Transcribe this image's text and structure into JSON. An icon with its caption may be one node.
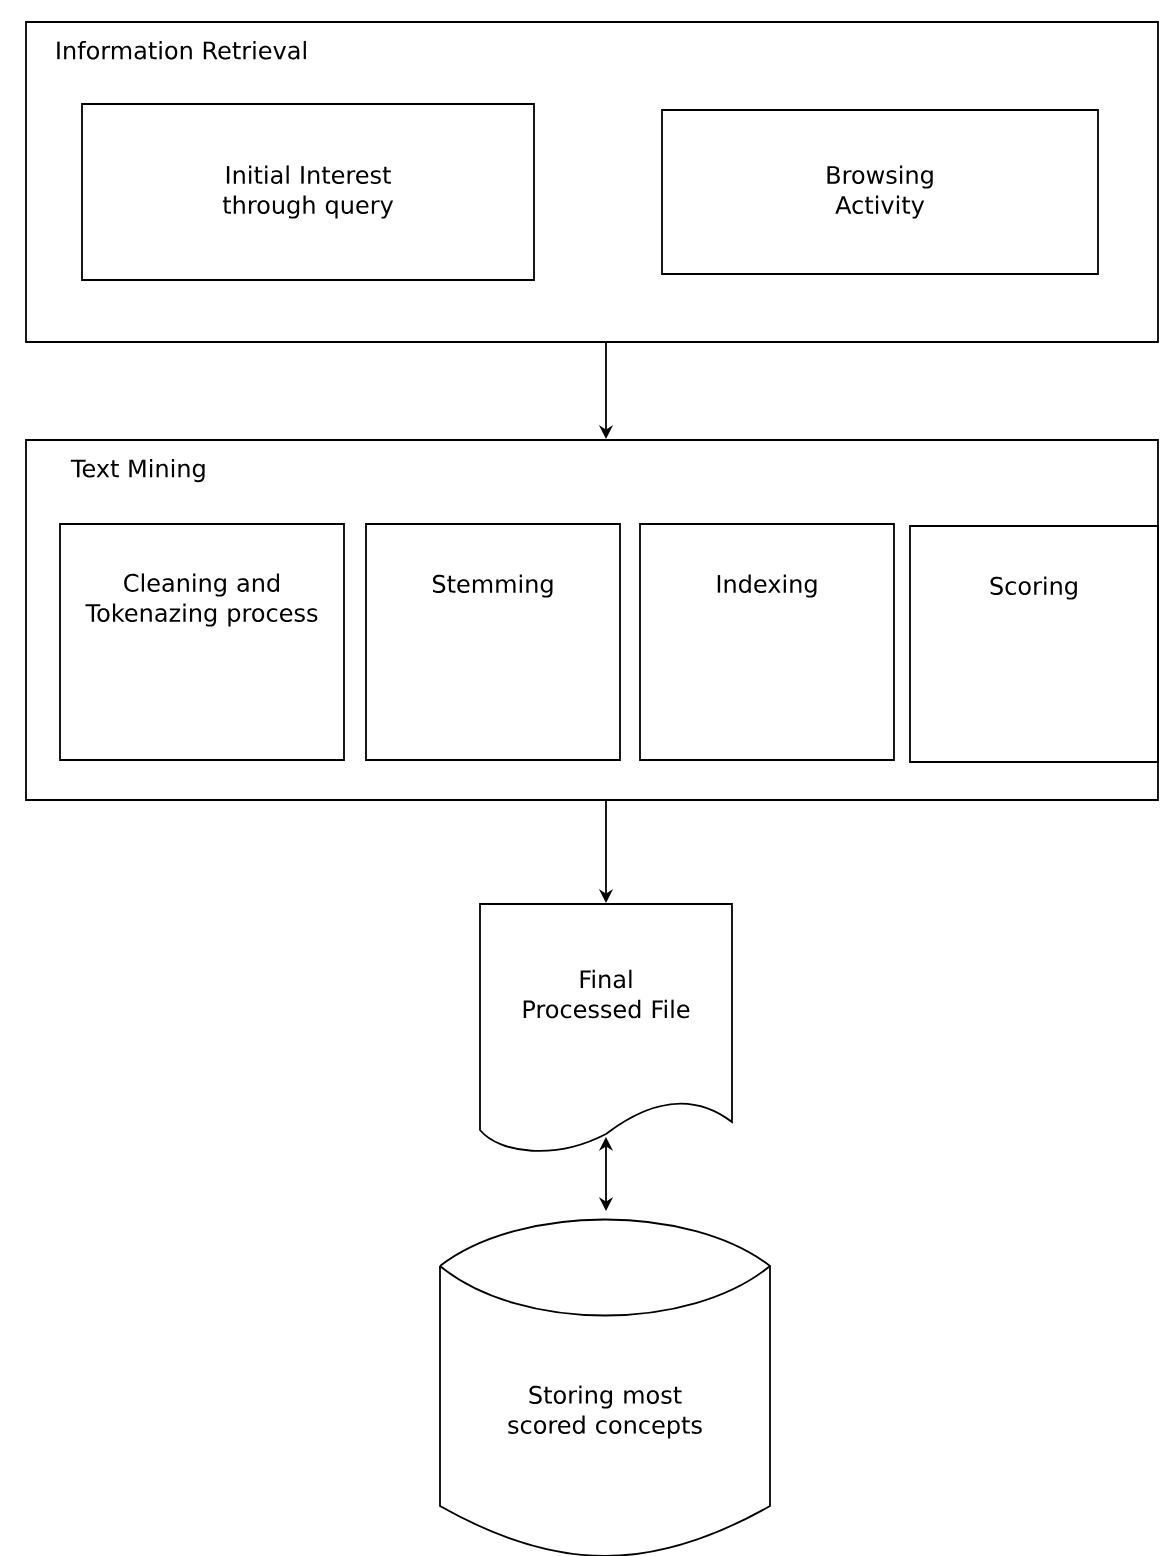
{
  "diagram": {
    "nodes": [
      {
        "text": [
          "Information Retrieval"
        ]
      },
      {
        "text": [
          "Initial Interest through query"
        ],
        "in": 0
      },
      {
        "text": [
          "Browsing Activity"
        ],
        "in": 0
      },
      {
        "text": [
          "Text Mining"
        ]
      },
      {
        "text": [
          "Cleaning and Tokenazing process"
        ],
        "in": 3
      },
      {
        "text": [
          "Stemming"
        ],
        "in": 3
      },
      {
        "text": [
          "Indexing"
        ],
        "in": 3
      },
      {
        "text": [
          "Scoring"
        ],
        "in": 3
      },
      {
        "text": [
          "Final Processed File"
        ]
      },
      {
        "text": [
          "Storing most scored concepts"
        ]
      }
    ],
    "edges": [
      {
        "from": 0,
        "to": 3,
        "arrow": "to"
      },
      {
        "from": 3,
        "to": 8,
        "arrow": "to"
      },
      {
        "from": 8,
        "to": 9,
        "arrow": "both"
      }
    ]
  }
}
